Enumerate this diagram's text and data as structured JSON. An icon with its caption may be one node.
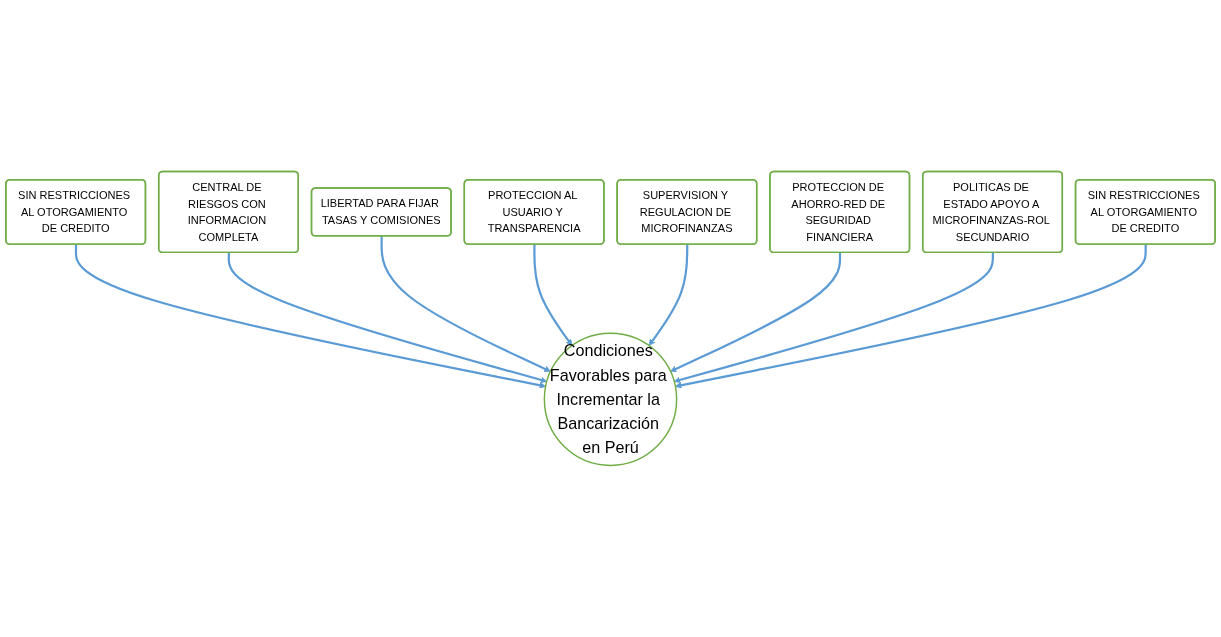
{
  "diagram": {
    "nodes": [
      {
        "text": [
          "SIN RESTRICCIONES AL OTORGAMIENTO DE CREDITO"
        ]
      },
      {
        "text": [
          "CENTRAL DE RIESGOS CON INFORMACION COMPLETA"
        ]
      },
      {
        "text": [
          "LIBERTAD PARA FIJAR TASAS Y COMISIONES"
        ]
      },
      {
        "text": [
          "PROTECCION AL USUARIO Y TRANSPARENCIA"
        ]
      },
      {
        "text": [
          "SUPERVISION Y REGULACION DE MICROFINANZAS"
        ]
      },
      {
        "text": [
          "PROTECCION DE AHORRO-RED DE SEGURIDAD FINANCIERA"
        ]
      },
      {
        "text": [
          "POLITICAS DE ESTADO APOYO A MICROFINANZAS-ROL SECUNDARIO"
        ]
      },
      {
        "text": [
          "SIN RESTRICCIONES AL OTORGAMIENTO DE CREDITO"
        ]
      },
      {
        "text": [
          "Condiciones Favorables para Incrementar la Bancarización en Perú"
        ]
      }
    ],
    "edges": [
      {
        "from": 0,
        "to": 8,
        "arrow": "to"
      },
      {
        "from": 1,
        "to": 8,
        "arrow": "to"
      },
      {
        "from": 2,
        "to": 8,
        "arrow": "to"
      },
      {
        "from": 3,
        "to": 8,
        "arrow": "to"
      },
      {
        "from": 4,
        "to": 8,
        "arrow": "to"
      },
      {
        "from": 5,
        "to": 8,
        "arrow": "to"
      },
      {
        "from": 6,
        "to": 8,
        "arrow": "to"
      },
      {
        "from": 7,
        "to": 8,
        "arrow": "to"
      }
    ]
  }
}
